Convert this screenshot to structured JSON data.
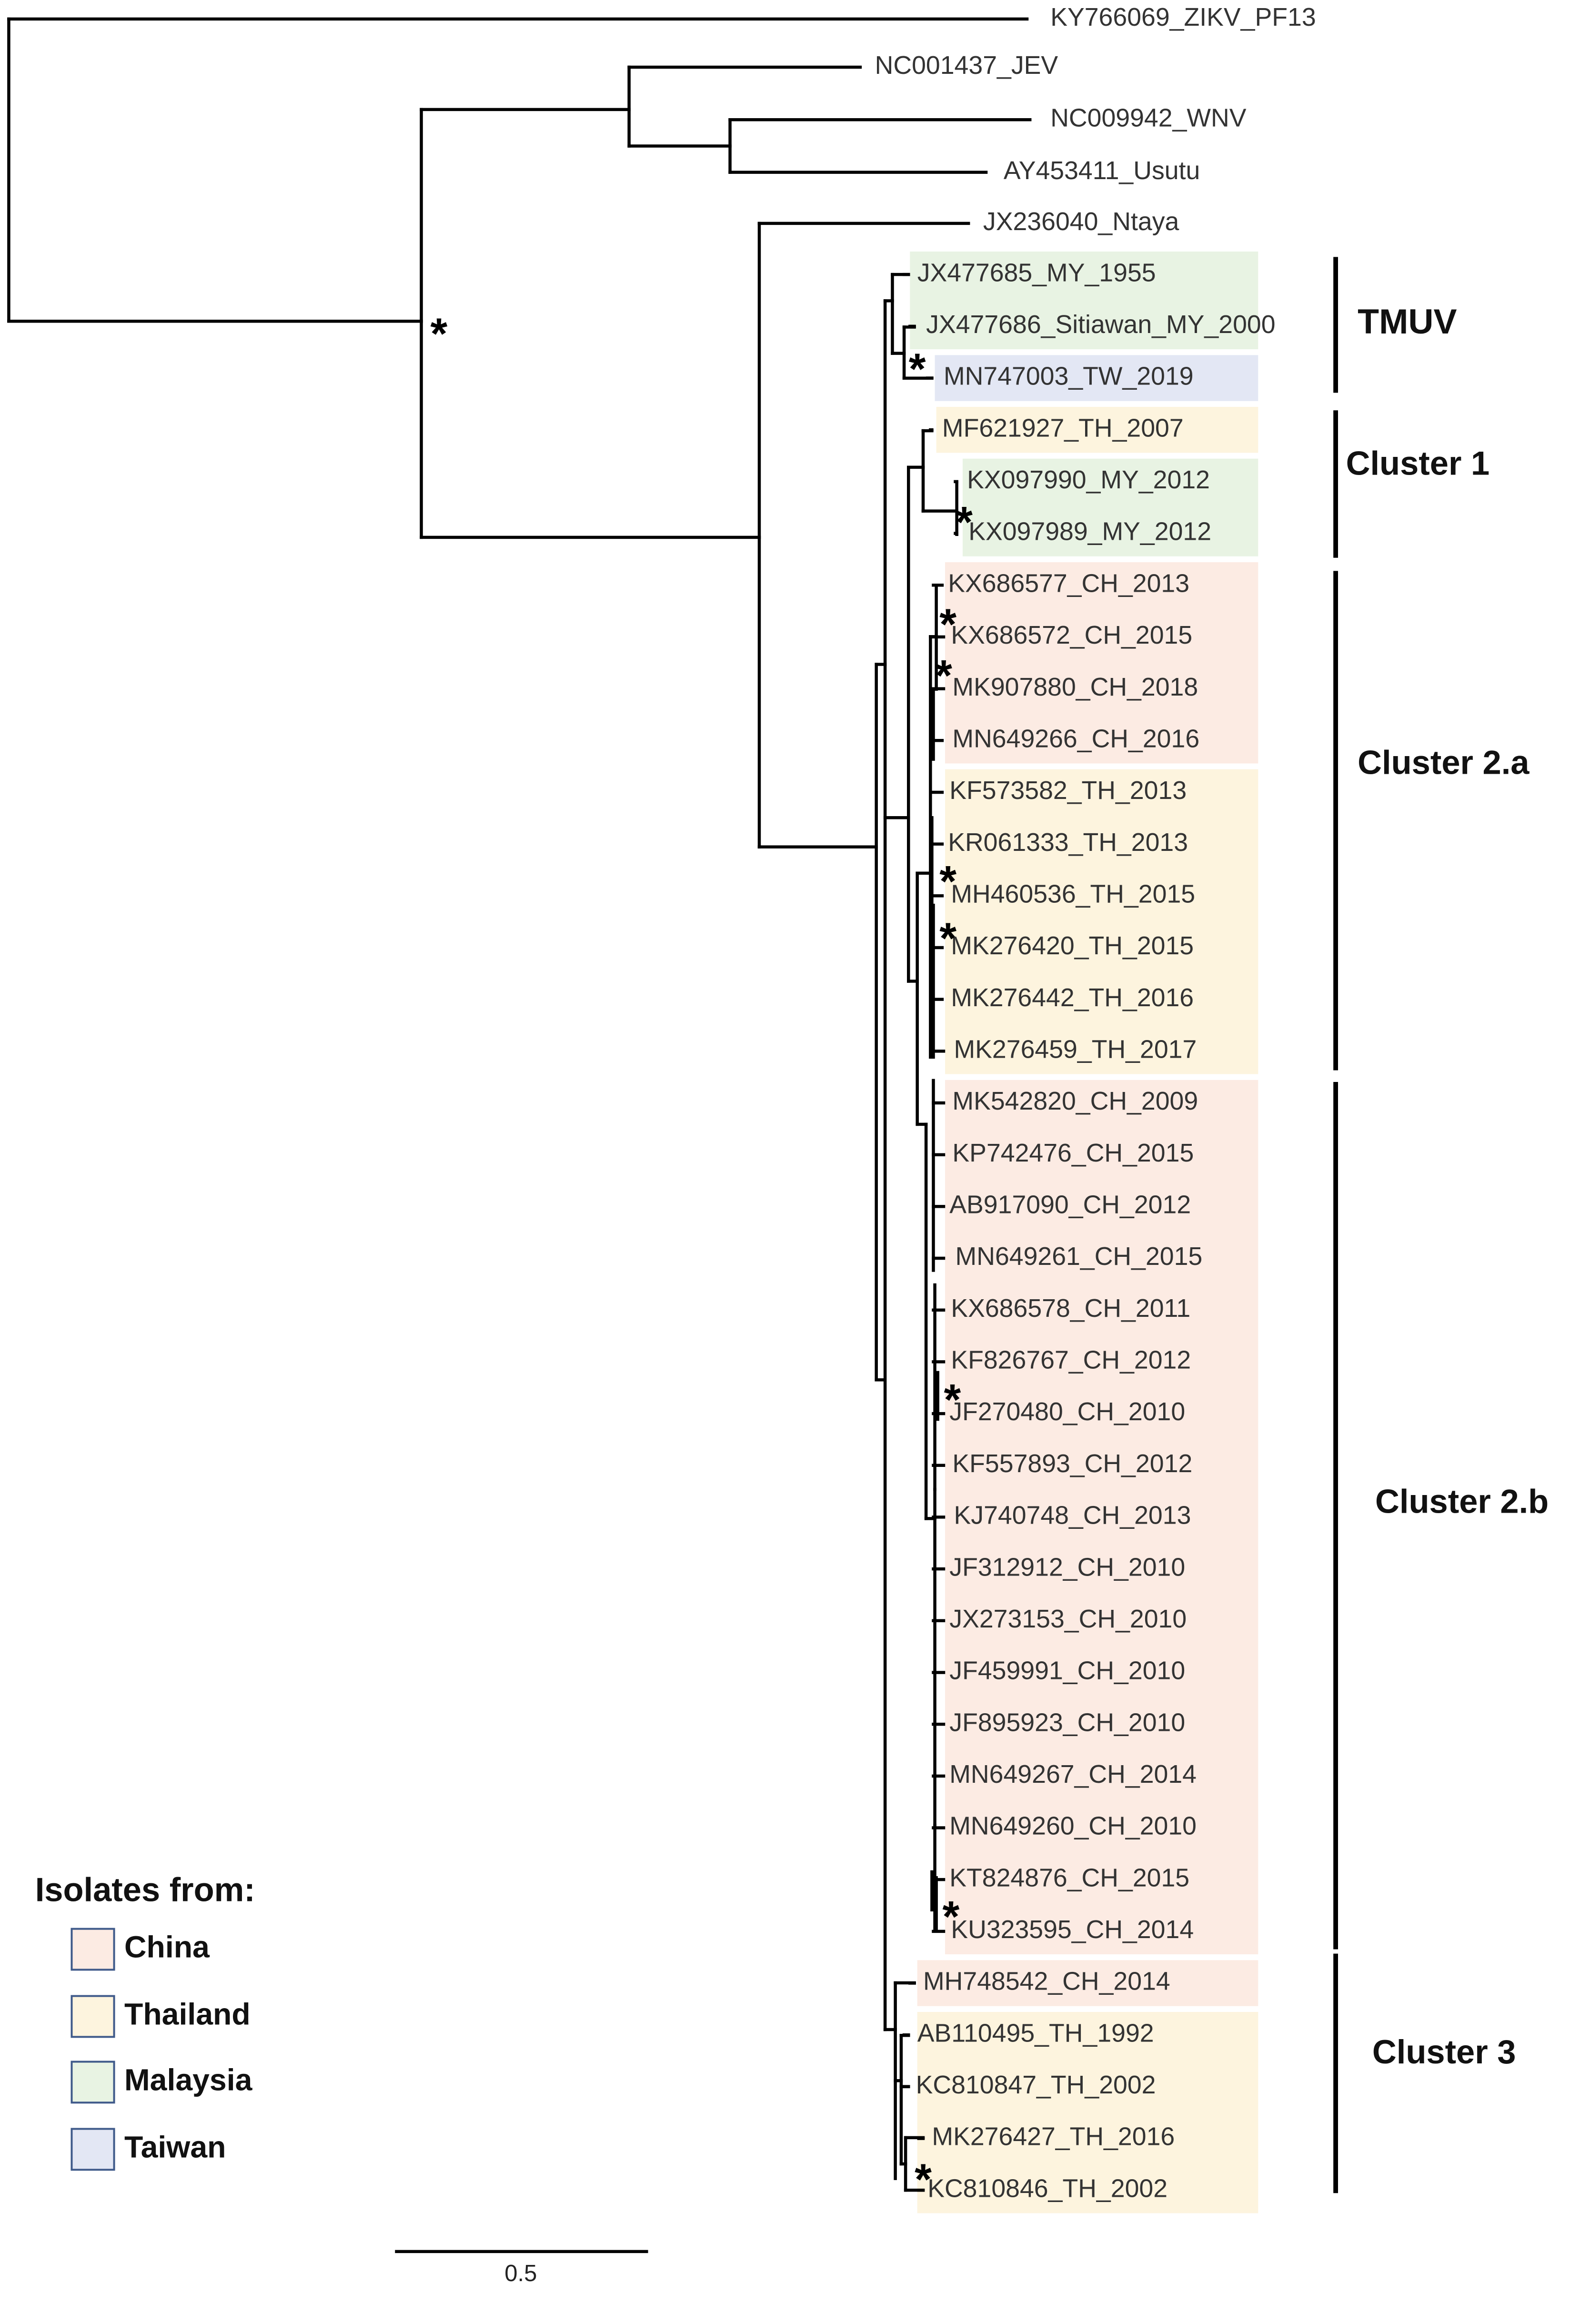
{
  "colors": {
    "china": "#fcebe3",
    "thailand": "#fdf4de",
    "malaysia": "#e8f3e3",
    "taiwan": "#e3e7f4",
    "legend_box_border": "#3f5a8a",
    "line": "#000000",
    "label_text": "#333333"
  },
  "outgroups": [
    {
      "id": "zikv",
      "label": "KY766069_ZIKV_PF13"
    },
    {
      "id": "jev",
      "label": "NC001437_JEV"
    },
    {
      "id": "wnv",
      "label": "NC009942_WNV"
    },
    {
      "id": "usutu",
      "label": "AY453411_Usutu"
    },
    {
      "id": "ntaya",
      "label": "JX236040_Ntaya"
    }
  ],
  "taxa": [
    {
      "label": "JX477685_MY_1955",
      "origin": "malaysia"
    },
    {
      "label": "JX477686_Sitiawan_MY_2000",
      "origin": "malaysia"
    },
    {
      "label": "MN747003_TW_2019",
      "origin": "taiwan"
    },
    {
      "label": "MF621927_TH_2007",
      "origin": "thailand"
    },
    {
      "label": "KX097990_MY_2012",
      "origin": "malaysia"
    },
    {
      "label": "KX097989_MY_2012",
      "origin": "malaysia"
    },
    {
      "label": "KX686577_CH_2013",
      "origin": "china"
    },
    {
      "label": "KX686572_CH_2015",
      "origin": "china"
    },
    {
      "label": "MK907880_CH_2018",
      "origin": "china"
    },
    {
      "label": "MN649266_CH_2016",
      "origin": "china"
    },
    {
      "label": "KF573582_TH_2013",
      "origin": "thailand"
    },
    {
      "label": "KR061333_TH_2013",
      "origin": "thailand"
    },
    {
      "label": "MH460536_TH_2015",
      "origin": "thailand"
    },
    {
      "label": "MK276420_TH_2015",
      "origin": "thailand"
    },
    {
      "label": "MK276442_TH_2016",
      "origin": "thailand"
    },
    {
      "label": "MK276459_TH_2017",
      "origin": "thailand"
    },
    {
      "label": "MK542820_CH_2009",
      "origin": "china"
    },
    {
      "label": "KP742476_CH_2015",
      "origin": "china"
    },
    {
      "label": "AB917090_CH_2012",
      "origin": "china"
    },
    {
      "label": "MN649261_CH_2015",
      "origin": "china"
    },
    {
      "label": "KX686578_CH_2011",
      "origin": "china"
    },
    {
      "label": "KF826767_CH_2012",
      "origin": "china"
    },
    {
      "label": "JF270480_CH_2010",
      "origin": "china"
    },
    {
      "label": "KF557893_CH_2012",
      "origin": "china"
    },
    {
      "label": "KJ740748_CH_2013",
      "origin": "china"
    },
    {
      "label": "JF312912_CH_2010",
      "origin": "china"
    },
    {
      "label": "JX273153_CH_2010",
      "origin": "china"
    },
    {
      "label": "JF459991_CH_2010",
      "origin": "china"
    },
    {
      "label": "JF895923_CH_2010",
      "origin": "china"
    },
    {
      "label": "MN649267_CH_2014",
      "origin": "china"
    },
    {
      "label": "MN649260_CH_2010",
      "origin": "china"
    },
    {
      "label": "KT824876_CH_2015",
      "origin": "china"
    },
    {
      "label": "KU323595_CH_2014",
      "origin": "china"
    },
    {
      "label": "MH748542_CH_2014",
      "origin": "china"
    },
    {
      "label": "AB110495_TH_1992",
      "origin": "thailand"
    },
    {
      "label": "KC810847_TH_2002",
      "origin": "thailand"
    },
    {
      "label": "MK276427_TH_2016",
      "origin": "thailand"
    },
    {
      "label": "KC810846_TH_2002",
      "origin": "thailand"
    }
  ],
  "clusters": [
    {
      "id": "tmuv",
      "label": "TMUV"
    },
    {
      "id": "cluster1",
      "label": "Cluster 1"
    },
    {
      "id": "cluster2a",
      "label": "Cluster 2.a"
    },
    {
      "id": "cluster2b",
      "label": "Cluster 2.b"
    },
    {
      "id": "cluster3",
      "label": "Cluster 3"
    }
  ],
  "support_marker": "*",
  "legend": {
    "title": "Isolates from:",
    "items": [
      {
        "origin": "china",
        "label": "China"
      },
      {
        "origin": "thailand",
        "label": "Thailand"
      },
      {
        "origin": "malaysia",
        "label": "Malaysia"
      },
      {
        "origin": "taiwan",
        "label": "Taiwan"
      }
    ]
  },
  "scale_bar": {
    "label": "0.5"
  }
}
